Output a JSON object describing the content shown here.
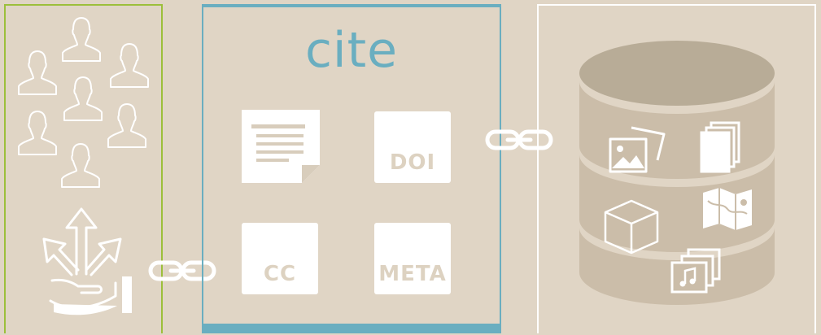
{
  "cite_panel": {
    "title": "cite",
    "tiles": [
      {
        "label": "DOI"
      },
      {
        "label": "CC"
      },
      {
        "label": "META"
      }
    ]
  },
  "icons": {
    "community": "people-group-icon",
    "share": "share-hand-icon",
    "document": "document-icon",
    "link": "chain-link-icon",
    "database": "database-icon",
    "image": "image-icon",
    "pages": "pages-icon",
    "cube": "3d-cube-icon",
    "map": "map-icon",
    "audio": "audio-file-icon"
  },
  "colors": {
    "background": "#e0d5c5",
    "community_border": "#9cbf3b",
    "cite_accent": "#6aaec0",
    "data_border": "#ffffff",
    "database": "#cbbda9",
    "database_top": "#b8ac97"
  }
}
